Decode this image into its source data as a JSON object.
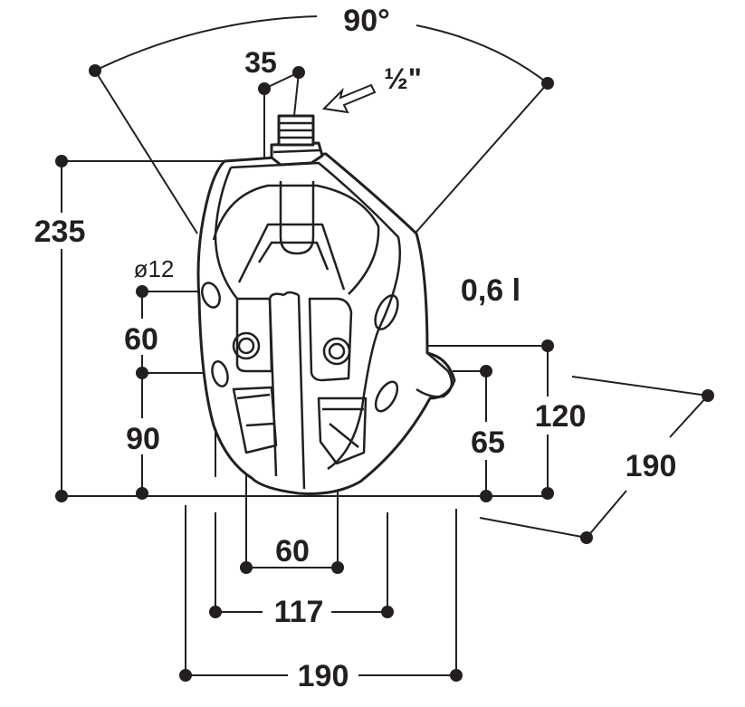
{
  "dimensions": {
    "angle": "90°",
    "pipe_width": "35",
    "thread": "½\"",
    "height_total": "235",
    "hole_diameter": "ø12",
    "hole_spacing_vertical": "60",
    "hole_height": "90",
    "volume": "0,6 l",
    "height_120": "120",
    "height_65": "65",
    "depth": "190",
    "spacing_60": "60",
    "spacing_117": "117",
    "width_190": "190"
  },
  "colors": {
    "ink": "#231f20",
    "background": "#ffffff"
  }
}
